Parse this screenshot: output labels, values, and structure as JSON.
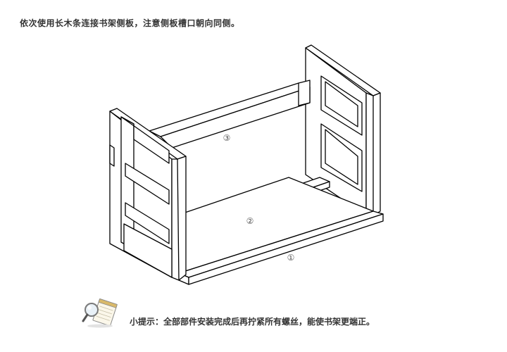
{
  "instruction": "依次使用长木条连接书架侧板，注意侧板槽口朝向同侧。",
  "callouts": {
    "one": "①",
    "two": "②",
    "three": "③"
  },
  "tip": {
    "icon": "magnifier-notepad-icon",
    "text": "小提示：全部部件安装完成后再拧紧所有螺丝，能使书架更端正。"
  },
  "colors": {
    "text": "#333333",
    "line": "#000000"
  }
}
